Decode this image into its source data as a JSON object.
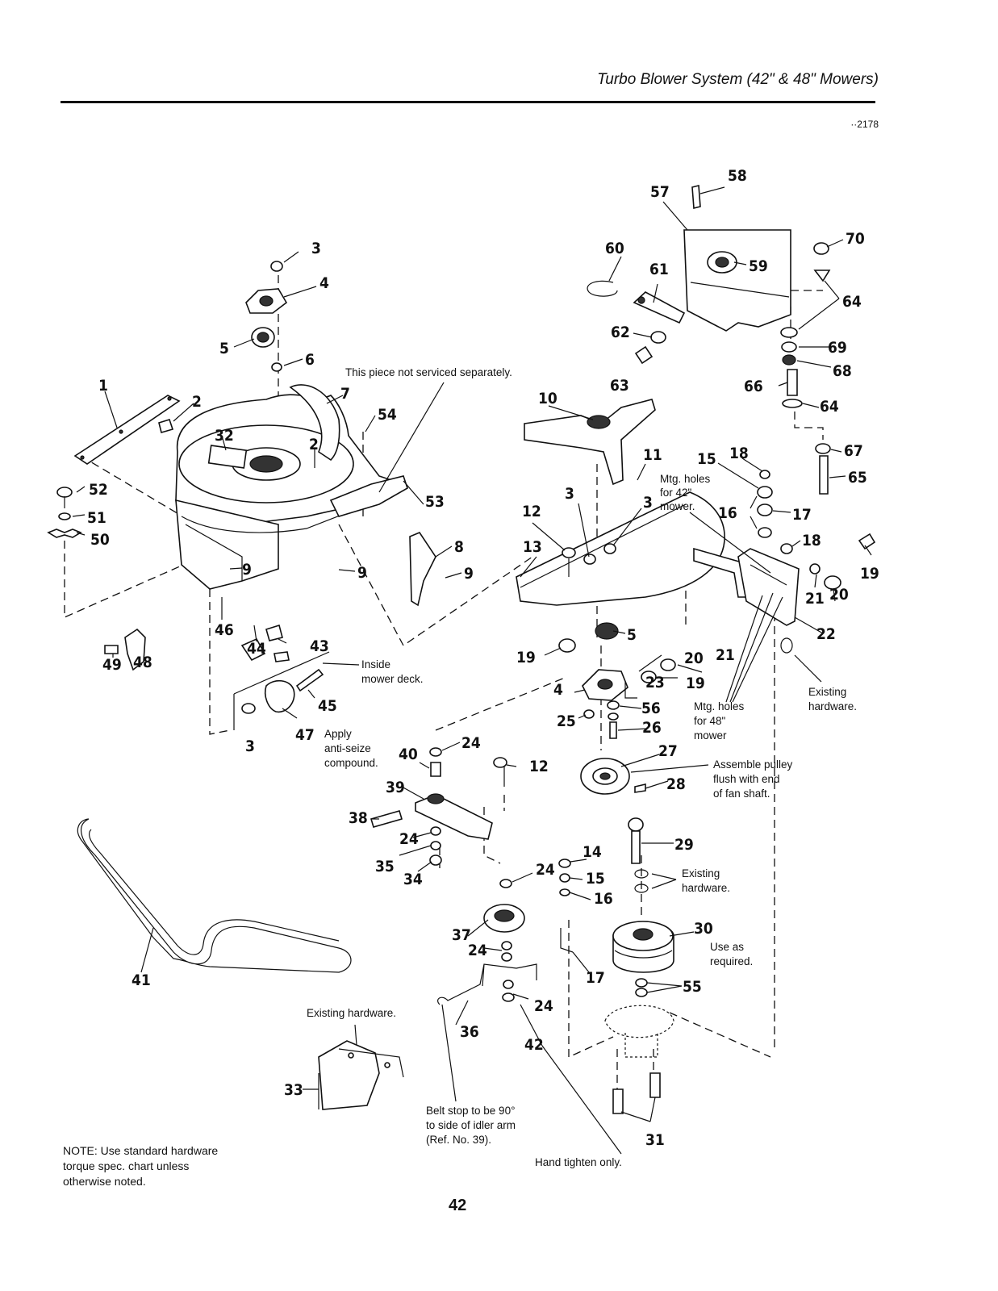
{
  "header": {
    "title": "Turbo Blower System (42\" & 48\" Mowers)",
    "drawing_number": "··2178"
  },
  "callouts": [
    {
      "id": "c1",
      "text": "1"
    },
    {
      "id": "c2a",
      "text": "2"
    },
    {
      "id": "c2b",
      "text": "2"
    },
    {
      "id": "c3a",
      "text": "3"
    },
    {
      "id": "c3b",
      "text": "3"
    },
    {
      "id": "c3c",
      "text": "3"
    },
    {
      "id": "c3d",
      "text": "3"
    },
    {
      "id": "c4a",
      "text": "4"
    },
    {
      "id": "c4b",
      "text": "4"
    },
    {
      "id": "c5a",
      "text": "5"
    },
    {
      "id": "c5b",
      "text": "5"
    },
    {
      "id": "c6",
      "text": "6"
    },
    {
      "id": "c7",
      "text": "7"
    },
    {
      "id": "c8",
      "text": "8"
    },
    {
      "id": "c9a",
      "text": "9"
    },
    {
      "id": "c9b",
      "text": "9"
    },
    {
      "id": "c9c",
      "text": "9"
    },
    {
      "id": "c10",
      "text": "10"
    },
    {
      "id": "c11",
      "text": "11"
    },
    {
      "id": "c12a",
      "text": "12"
    },
    {
      "id": "c12b",
      "text": "12"
    },
    {
      "id": "c13",
      "text": "13"
    },
    {
      "id": "c14",
      "text": "14"
    },
    {
      "id": "c15a",
      "text": "15"
    },
    {
      "id": "c15b",
      "text": "15"
    },
    {
      "id": "c16a",
      "text": "16"
    },
    {
      "id": "c16b",
      "text": "16"
    },
    {
      "id": "c17a",
      "text": "17"
    },
    {
      "id": "c17b",
      "text": "17"
    },
    {
      "id": "c18a",
      "text": "18"
    },
    {
      "id": "c18b",
      "text": "18"
    },
    {
      "id": "c19a",
      "text": "19"
    },
    {
      "id": "c19b",
      "text": "19"
    },
    {
      "id": "c19c",
      "text": "19"
    },
    {
      "id": "c20a",
      "text": "20"
    },
    {
      "id": "c20b",
      "text": "20"
    },
    {
      "id": "c21a",
      "text": "21"
    },
    {
      "id": "c21b",
      "text": "21"
    },
    {
      "id": "c22",
      "text": "22"
    },
    {
      "id": "c23",
      "text": "23"
    },
    {
      "id": "c24a",
      "text": "24"
    },
    {
      "id": "c24b",
      "text": "24"
    },
    {
      "id": "c24c",
      "text": "24"
    },
    {
      "id": "c24d",
      "text": "24"
    },
    {
      "id": "c24e",
      "text": "24"
    },
    {
      "id": "c25",
      "text": "25"
    },
    {
      "id": "c26",
      "text": "26"
    },
    {
      "id": "c27",
      "text": "27"
    },
    {
      "id": "c28",
      "text": "28"
    },
    {
      "id": "c29",
      "text": "29"
    },
    {
      "id": "c30",
      "text": "30"
    },
    {
      "id": "c31",
      "text": "31"
    },
    {
      "id": "c32",
      "text": "32"
    },
    {
      "id": "c33",
      "text": "33"
    },
    {
      "id": "c34",
      "text": "34"
    },
    {
      "id": "c35",
      "text": "35"
    },
    {
      "id": "c36",
      "text": "36"
    },
    {
      "id": "c37",
      "text": "37"
    },
    {
      "id": "c38",
      "text": "38"
    },
    {
      "id": "c39",
      "text": "39"
    },
    {
      "id": "c40",
      "text": "40"
    },
    {
      "id": "c41",
      "text": "41"
    },
    {
      "id": "c42",
      "text": "42"
    },
    {
      "id": "c43",
      "text": "43"
    },
    {
      "id": "c44",
      "text": "44"
    },
    {
      "id": "c45",
      "text": "45"
    },
    {
      "id": "c46",
      "text": "46"
    },
    {
      "id": "c47",
      "text": "47"
    },
    {
      "id": "c48",
      "text": "48"
    },
    {
      "id": "c49",
      "text": "49"
    },
    {
      "id": "c50",
      "text": "50"
    },
    {
      "id": "c51",
      "text": "51"
    },
    {
      "id": "c52",
      "text": "52"
    },
    {
      "id": "c53",
      "text": "53"
    },
    {
      "id": "c54",
      "text": "54"
    },
    {
      "id": "c55",
      "text": "55"
    },
    {
      "id": "c56",
      "text": "56"
    },
    {
      "id": "c57",
      "text": "57"
    },
    {
      "id": "c58",
      "text": "58"
    },
    {
      "id": "c59",
      "text": "59"
    },
    {
      "id": "c60",
      "text": "60"
    },
    {
      "id": "c61",
      "text": "61"
    },
    {
      "id": "c62",
      "text": "62"
    },
    {
      "id": "c63",
      "text": "63"
    },
    {
      "id": "c64a",
      "text": "64"
    },
    {
      "id": "c64b",
      "text": "64"
    },
    {
      "id": "c65",
      "text": "65"
    },
    {
      "id": "c66",
      "text": "66"
    },
    {
      "id": "c67",
      "text": "67"
    },
    {
      "id": "c68",
      "text": "68"
    },
    {
      "id": "c69",
      "text": "69"
    },
    {
      "id": "c70",
      "text": "70"
    }
  ],
  "annotations": {
    "not_serviced": "This piece not serviced separately.",
    "mtg42": [
      "Mtg. holes",
      "for 42\"",
      "mower."
    ],
    "inside_deck": [
      "Inside",
      "mower deck."
    ],
    "anti_seize": [
      "Apply",
      "anti-seize",
      "compound."
    ],
    "mtg48": [
      "Mtg. holes",
      "for 48\"",
      "mower"
    ],
    "existing_hw_right": [
      "Existing",
      "hardware."
    ],
    "assemble_pulley": [
      "Assemble pulley",
      "flush with end",
      "of fan shaft."
    ],
    "existing_hw_mid": [
      "Existing",
      "hardware."
    ],
    "use_as_required": [
      "Use as",
      "required."
    ],
    "existing_hw_bottom": "Existing hardware.",
    "belt_stop": [
      "Belt stop to be 90°",
      "to side of idler arm",
      "(Ref. No. 39)."
    ],
    "hand_tighten": "Hand tighten only."
  },
  "note": {
    "lines": [
      "NOTE: Use standard hardware",
      "torque spec. chart unless",
      "otherwise noted."
    ]
  },
  "page_number": "42"
}
